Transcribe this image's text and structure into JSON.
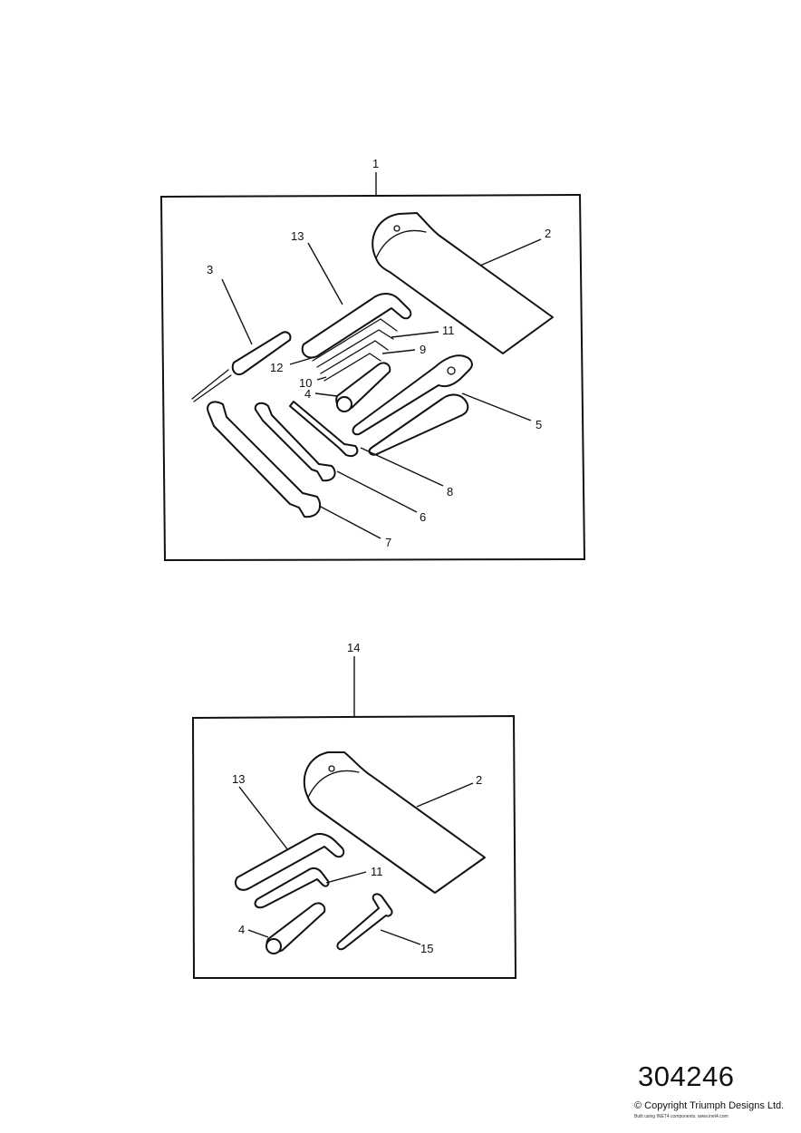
{
  "kit1": {
    "callouts": {
      "n1": "1",
      "n2": "2",
      "n3": "3",
      "n4": "4",
      "n5": "5",
      "n6": "6",
      "n7": "7",
      "n8": "8",
      "n9": "9",
      "n10": "10",
      "n11": "11",
      "n12": "12",
      "n13": "13"
    }
  },
  "kit2": {
    "callouts": {
      "n14": "14",
      "n2": "2",
      "n13": "13",
      "n11": "11",
      "n4": "4",
      "n15": "15"
    }
  },
  "footer": {
    "reference_code": "304246",
    "copyright": "© Copyright Triumph Designs Ltd.",
    "built_with": "Built using INET4 components. www.inet4.com"
  }
}
